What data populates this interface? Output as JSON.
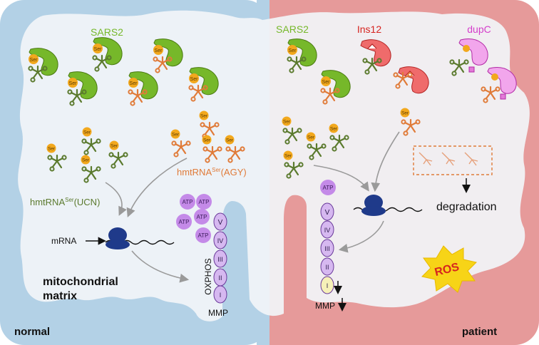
{
  "labels": {
    "normal": "normal",
    "patient": "patient",
    "matrix_line1": "mitochondrial",
    "matrix_line2": "matrix",
    "sars2_left": "SARS2",
    "sars2_right": "SARS2",
    "ins12": "Ins12",
    "dupc": "dupC",
    "ser": "Ser",
    "hmt_ucn_prefix": "hmtRNA",
    "hmt_ucn_sup": "Ser",
    "hmt_ucn_suffix": "(UCN)",
    "hmt_agy_prefix": "hmtRNA",
    "hmt_agy_sup": "Ser",
    "hmt_agy_suffix": "(AGY)",
    "mrna": "mRNA",
    "oxphos": "OXPHOS",
    "mmp_left": "MMP",
    "mmp_right": "MMP",
    "degradation": "degradation",
    "ros": "ROS",
    "atp": "ATP"
  },
  "complexes": {
    "normal": [
      "V",
      "IV",
      "III",
      "II",
      "I"
    ],
    "patient": [
      "V",
      "IV",
      "III",
      "II",
      "I"
    ]
  },
  "colors": {
    "normal_bg": "#b3d1e6",
    "patient_bg": "#e69a9a",
    "matrix_fill": "#f1f4f7",
    "sars2_green": "#76b82a",
    "ser_orange": "#f2a81d",
    "trna_green": "#5b7a2e",
    "trna_orange": "#e07b39",
    "ins12_red": "#ef6b6b",
    "dupc_magenta": "#e27ad8",
    "ribosome": "#1f3a8a",
    "complex_purple": "#d6b8f0",
    "atp_purple": "#c48ae8",
    "ros_yellow": "#f7d417",
    "ros_red": "#d6231f"
  }
}
